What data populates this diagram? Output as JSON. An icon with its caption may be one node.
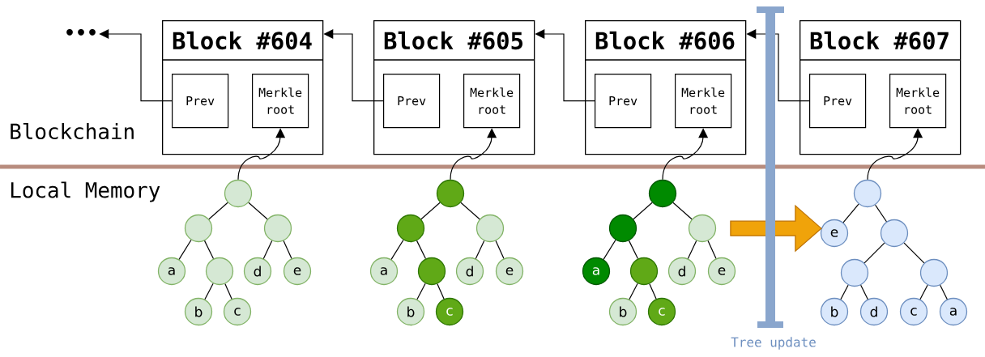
{
  "diagram": {
    "nodes": [
      {
        "text": [
          "•••"
        ]
      },
      {
        "text": [
          "Block #604"
        ]
      },
      {
        "text": [
          "Prev"
        ],
        "in": 1
      },
      {
        "text": [
          "Merkle root"
        ],
        "in": 1
      },
      {
        "text": [
          "Block #605"
        ]
      },
      {
        "text": [
          "Prev"
        ],
        "in": 4
      },
      {
        "text": [
          "Merkle root"
        ],
        "in": 4
      },
      {
        "text": [
          "Block #606"
        ]
      },
      {
        "text": [
          "Prev"
        ],
        "in": 7
      },
      {
        "text": [
          "Merkle root"
        ],
        "in": 7
      },
      {
        "text": [
          "Block #607"
        ]
      },
      {
        "text": [
          "Prev"
        ],
        "in": 10
      },
      {
        "text": [
          "Merkle root"
        ],
        "in": 10
      },
      {
        "text": [],
        "shape": "circle"
      },
      {
        "text": [],
        "shape": "circle"
      },
      {
        "text": [],
        "shape": "circle"
      },
      {
        "text": [
          "a"
        ]
      },
      {
        "text": [],
        "shape": "circle"
      },
      {
        "text": [
          "d"
        ]
      },
      {
        "text": [
          "e"
        ]
      },
      {
        "text": [
          "b"
        ]
      },
      {
        "text": [
          "c"
        ]
      },
      {
        "text": [],
        "shape": "circle"
      },
      {
        "text": [],
        "shape": "circle"
      },
      {
        "text": [],
        "shape": "circle"
      },
      {
        "text": [
          "a"
        ]
      },
      {
        "text": [],
        "shape": "circle"
      },
      {
        "text": [
          "d"
        ]
      },
      {
        "text": [
          "e"
        ]
      },
      {
        "text": [
          "b"
        ]
      },
      {
        "text": [
          "c"
        ]
      },
      {
        "text": [],
        "shape": "circle"
      },
      {
        "text": [],
        "shape": "circle"
      },
      {
        "text": [],
        "shape": "circle"
      },
      {
        "text": [
          "a"
        ]
      },
      {
        "text": [],
        "shape": "circle"
      },
      {
        "text": [
          "d"
        ]
      },
      {
        "text": [
          "e"
        ]
      },
      {
        "text": [
          "b"
        ]
      },
      {
        "text": [
          "c"
        ]
      },
      {
        "text": [],
        "shape": "circle"
      },
      {
        "text": [
          "e"
        ]
      },
      {
        "text": [],
        "shape": "circle"
      },
      {
        "text": [],
        "shape": "circle"
      },
      {
        "text": [],
        "shape": "circle"
      },
      {
        "text": [
          "b"
        ]
      },
      {
        "text": [
          "d"
        ]
      },
      {
        "text": [
          "c"
        ]
      },
      {
        "text": [
          "a"
        ]
      }
    ],
    "edges": [
      {
        "from": 2,
        "to": 0,
        "arrow": "to"
      },
      {
        "from": 5,
        "to": 1,
        "arrow": "to"
      },
      {
        "from": 8,
        "to": 4,
        "arrow": "to"
      },
      {
        "from": 11,
        "to": 7,
        "arrow": "to"
      },
      {
        "from": 13,
        "to": 3,
        "arrow": "to"
      },
      {
        "from": 22,
        "to": 6,
        "arrow": "to"
      },
      {
        "from": 31,
        "to": 9,
        "arrow": "to"
      },
      {
        "from": 40,
        "to": 12,
        "arrow": "to"
      },
      {
        "from": 13,
        "to": 14,
        "arrow": "none"
      },
      {
        "from": 13,
        "to": 15,
        "arrow": "none"
      },
      {
        "from": 14,
        "to": 16,
        "arrow": "none"
      },
      {
        "from": 14,
        "to": 17,
        "arrow": "none"
      },
      {
        "from": 15,
        "to": 18,
        "arrow": "none"
      },
      {
        "from": 15,
        "to": 19,
        "arrow": "none"
      },
      {
        "from": 17,
        "to": 20,
        "arrow": "none"
      },
      {
        "from": 17,
        "to": 21,
        "arrow": "none"
      },
      {
        "from": 22,
        "to": 23,
        "arrow": "none"
      },
      {
        "from": 22,
        "to": 24,
        "arrow": "none"
      },
      {
        "from": 23,
        "to": 25,
        "arrow": "none"
      },
      {
        "from": 23,
        "to": 26,
        "arrow": "none"
      },
      {
        "from": 24,
        "to": 27,
        "arrow": "none"
      },
      {
        "from": 24,
        "to": 28,
        "arrow": "none"
      },
      {
        "from": 26,
        "to": 29,
        "arrow": "none"
      },
      {
        "from": 26,
        "to": 30,
        "arrow": "none"
      },
      {
        "from": 31,
        "to": 32,
        "arrow": "none"
      },
      {
        "from": 31,
        "to": 33,
        "arrow": "none"
      },
      {
        "from": 32,
        "to": 34,
        "arrow": "none"
      },
      {
        "from": 32,
        "to": 35,
        "arrow": "none"
      },
      {
        "from": 33,
        "to": 36,
        "arrow": "none"
      },
      {
        "from": 33,
        "to": 37,
        "arrow": "none"
      },
      {
        "from": 35,
        "to": 38,
        "arrow": "none"
      },
      {
        "from": 35,
        "to": 39,
        "arrow": "none"
      },
      {
        "from": 40,
        "to": 41,
        "arrow": "none"
      },
      {
        "from": 40,
        "to": 42,
        "arrow": "none"
      },
      {
        "from": 42,
        "to": 43,
        "arrow": "none"
      },
      {
        "from": 42,
        "to": 44,
        "arrow": "none"
      },
      {
        "from": 43,
        "to": 45,
        "arrow": "none"
      },
      {
        "from": 43,
        "to": 46,
        "arrow": "none"
      },
      {
        "from": 44,
        "to": 47,
        "arrow": "none"
      },
      {
        "from": 44,
        "to": 48,
        "arrow": "none"
      },
      {
        "from": null,
        "to": 41,
        "arrow": "to",
        "style": "thick",
        "color": "#f0a30a"
      }
    ],
    "labels": [
      "Blockchain",
      "Local Memory",
      "Tree update"
    ]
  }
}
